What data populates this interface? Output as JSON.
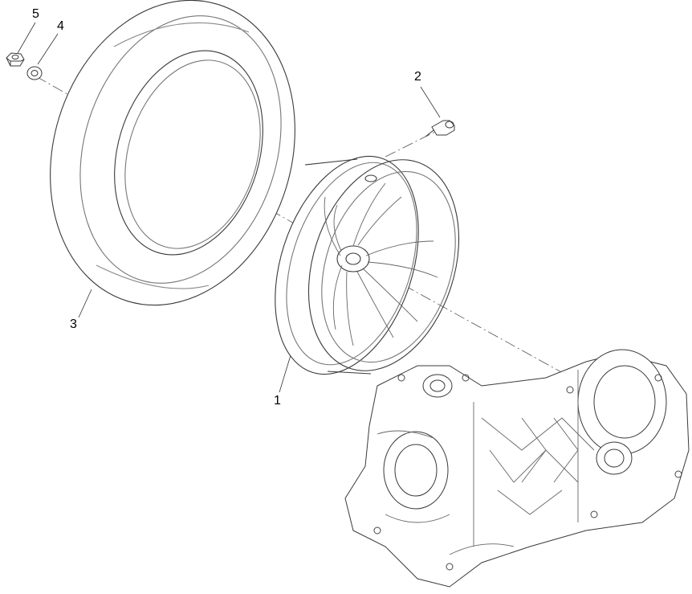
{
  "callouts": {
    "c1": "1",
    "c2": "2",
    "c3": "3",
    "c4": "4",
    "c5": "5"
  },
  "colors": {
    "line": "#3a3a3a",
    "thin": "#6b6b6b"
  }
}
